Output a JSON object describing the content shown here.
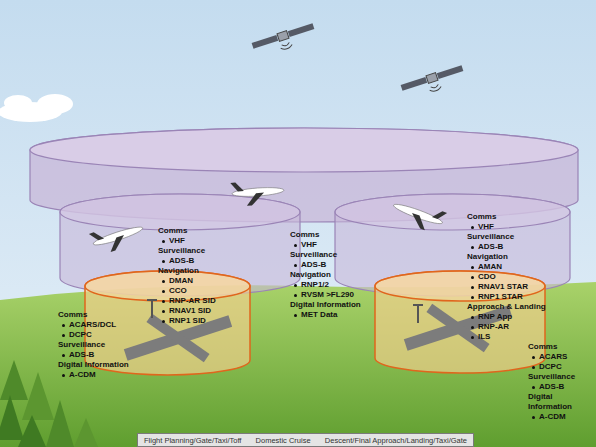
{
  "diagram": {
    "nodes": [
      {
        "text": [
          "Flight Planning/Gate/Taxi/Toff",
          "Domestic Cruise",
          "Descent/Final Approach/Landing/Taxi/Gate"
        ]
      }
    ],
    "labels": [
      "Comms",
      "VHF",
      "Surveillance",
      "ADS-B",
      "Navigation",
      "DMAN",
      "CCO",
      "RNP-AR SID",
      "RNAV1 SID",
      "RNP1 SID",
      "Comms",
      "VHF",
      "Surveillance",
      "ADS-B",
      "Navigation",
      "RNP1/2",
      "RVSM >FL290",
      "Digital Information",
      "MET Data",
      "Comms",
      "VHF",
      "Surveillance",
      "ADS-B",
      "Navigation",
      "AMAN",
      "CDO",
      "RNAV1 STAR",
      "RNP1 STAR",
      "Approach & Landing",
      "RNP App",
      "RNP-AR",
      "ILS",
      "Comms",
      "ACARS/DCL",
      "DCPC",
      "Surveillance",
      "ADS-B",
      "Digital Information",
      "A-CDM",
      "Comms",
      "ACARS",
      "DCPC",
      "Surveillance",
      "ADS-B",
      "Digital Information",
      "A-CDM"
    ]
  }
}
